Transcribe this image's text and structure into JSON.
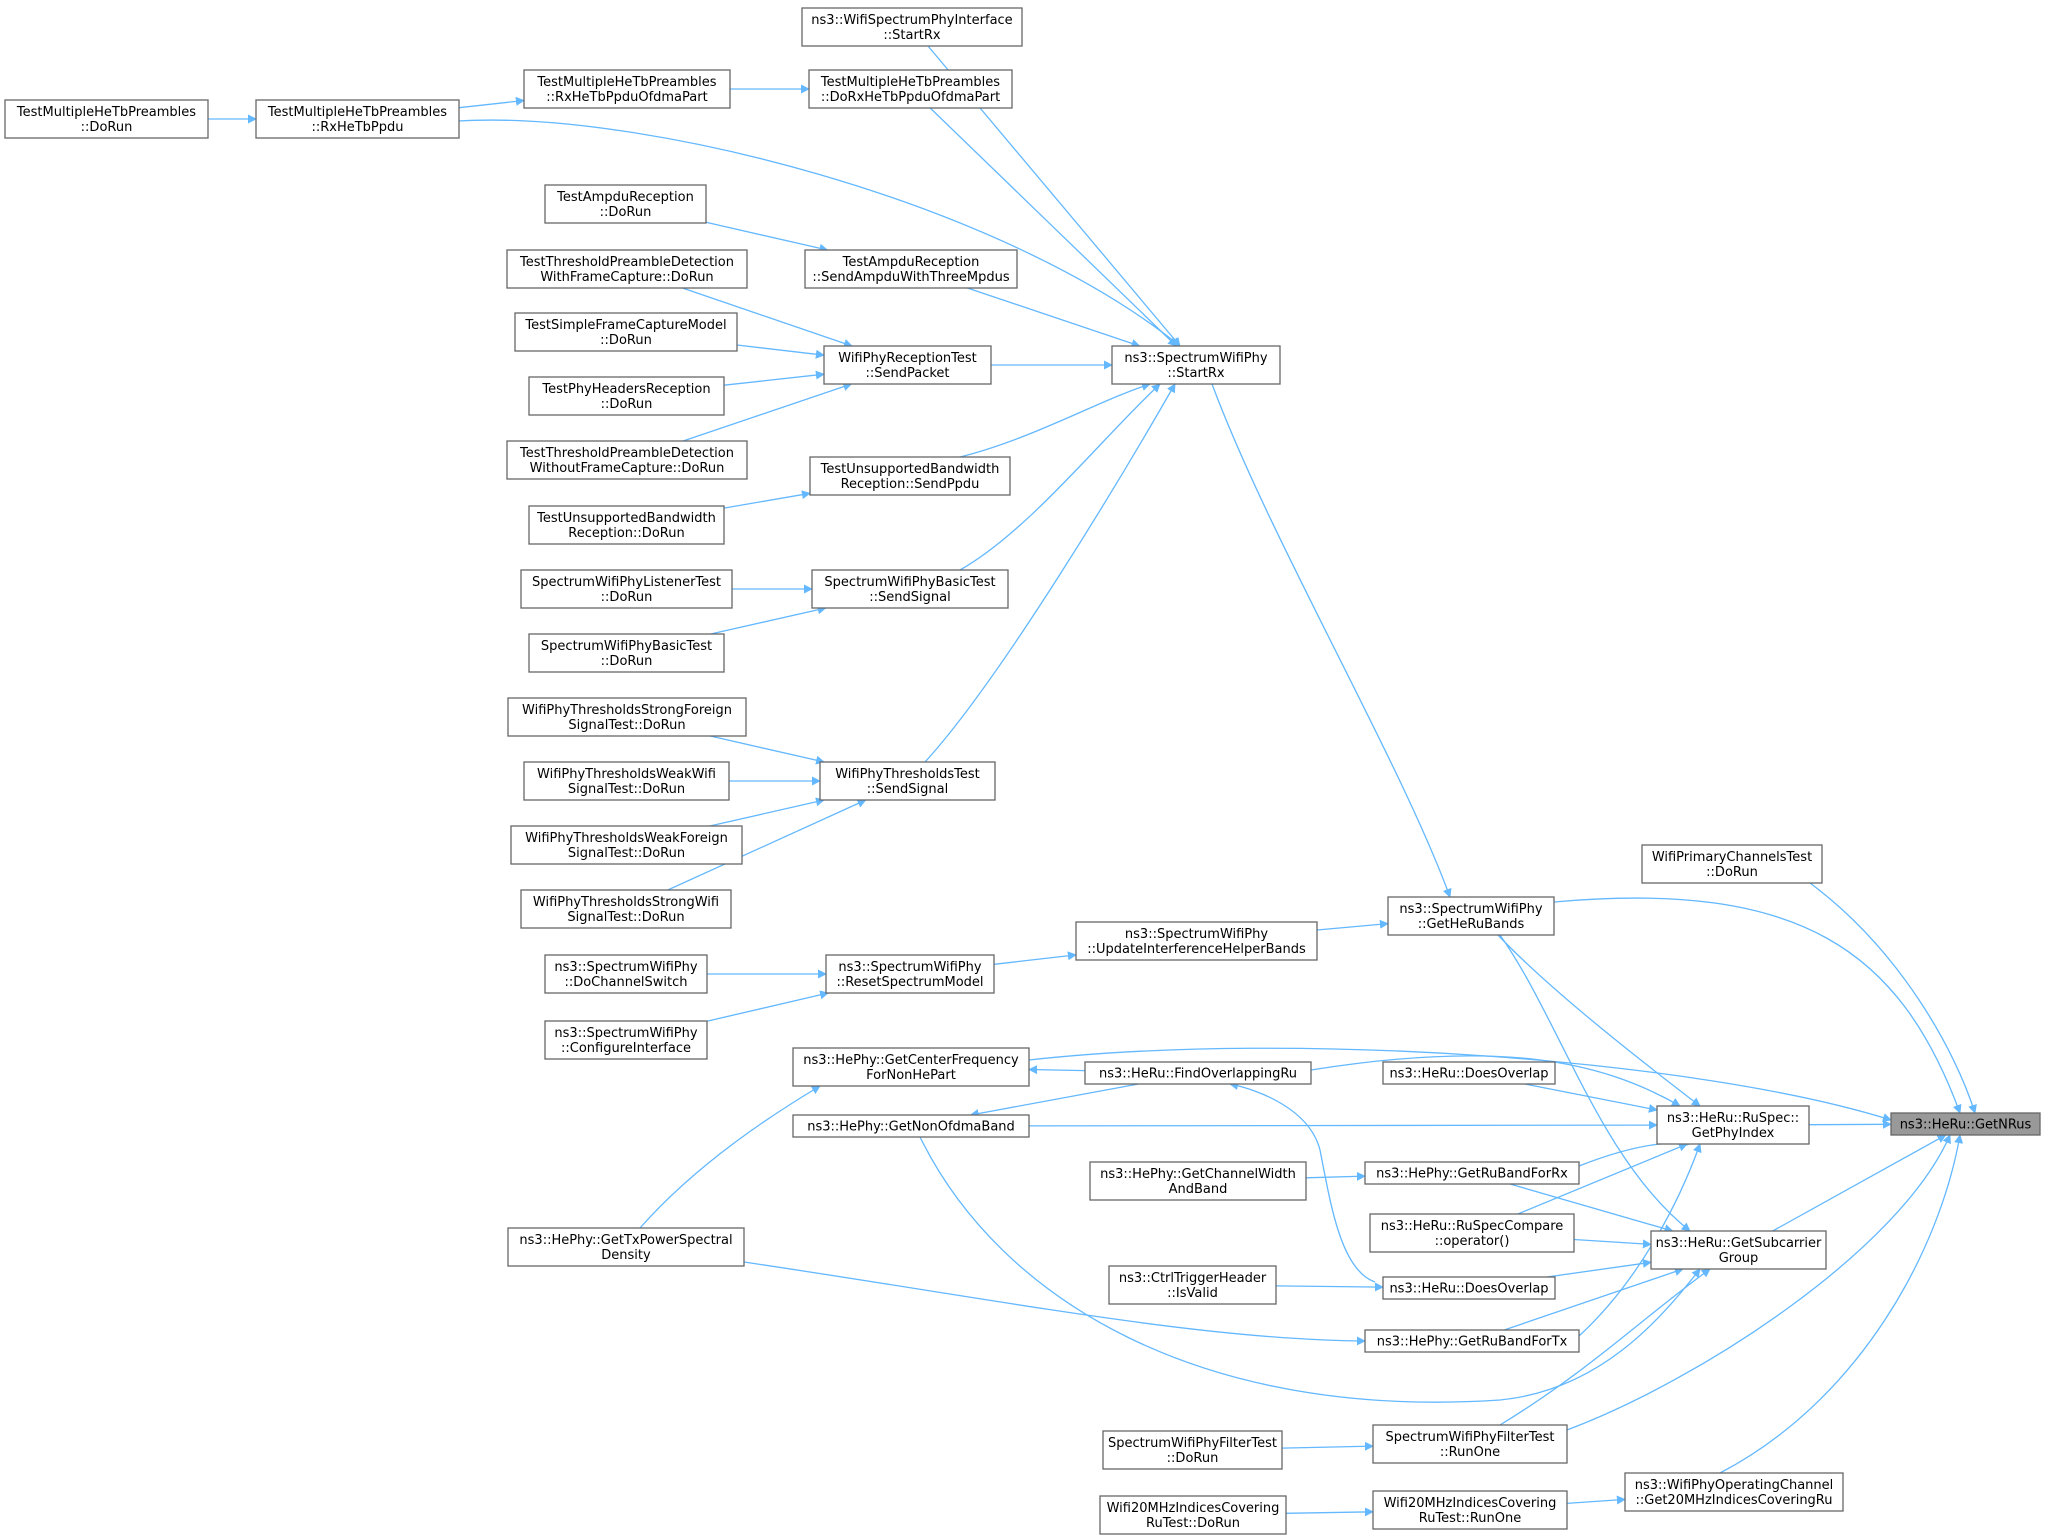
{
  "colors": {
    "edge": "#63b8ff",
    "node_border": "#666666",
    "focus_fill": "#999999",
    "background": "#ffffff"
  },
  "nodes": [
    {
      "id": "n1",
      "lines": [
        "ns3::WifiSpectrumPhyInterface",
        "::StartRx"
      ]
    },
    {
      "id": "n2",
      "lines": [
        "TestMultipleHeTbPreambles",
        "::RxHeTbPpduOfdmaPart"
      ]
    },
    {
      "id": "n3",
      "lines": [
        "TestMultipleHeTbPreambles",
        "::DoRxHeTbPpduOfdmaPart"
      ]
    },
    {
      "id": "n4",
      "lines": [
        "TestMultipleHeTbPreambles",
        "::DoRun"
      ]
    },
    {
      "id": "n5",
      "lines": [
        "TestMultipleHeTbPreambles",
        "::RxHeTbPpdu"
      ]
    },
    {
      "id": "n6",
      "lines": [
        "TestAmpduReception",
        "::DoRun"
      ]
    },
    {
      "id": "n7",
      "lines": [
        "TestThresholdPreambleDetection",
        "WithFrameCapture::DoRun"
      ]
    },
    {
      "id": "n8",
      "lines": [
        "TestAmpduReception",
        "::SendAmpduWithThreeMpdus"
      ]
    },
    {
      "id": "n9",
      "lines": [
        "TestSimpleFrameCaptureModel",
        "::DoRun"
      ]
    },
    {
      "id": "n10",
      "lines": [
        "WifiPhyReceptionTest",
        "::SendPacket"
      ]
    },
    {
      "id": "n11",
      "lines": [
        "ns3::SpectrumWifiPhy",
        "::StartRx"
      ]
    },
    {
      "id": "n12",
      "lines": [
        "TestPhyHeadersReception",
        "::DoRun"
      ]
    },
    {
      "id": "n13",
      "lines": [
        "TestThresholdPreambleDetection",
        "WithoutFrameCapture::DoRun"
      ]
    },
    {
      "id": "n14",
      "lines": [
        "TestUnsupportedBandwidth",
        "Reception::SendPpdu"
      ]
    },
    {
      "id": "n15",
      "lines": [
        "TestUnsupportedBandwidth",
        "Reception::DoRun"
      ]
    },
    {
      "id": "n16",
      "lines": [
        "SpectrumWifiPhyListenerTest",
        "::DoRun"
      ]
    },
    {
      "id": "n17",
      "lines": [
        "SpectrumWifiPhyBasicTest",
        "::SendSignal"
      ]
    },
    {
      "id": "n18",
      "lines": [
        "SpectrumWifiPhyBasicTest",
        "::DoRun"
      ]
    },
    {
      "id": "n19",
      "lines": [
        "WifiPhyThresholdsStrongForeign",
        "SignalTest::DoRun"
      ]
    },
    {
      "id": "n20",
      "lines": [
        "WifiPhyThresholdsWeakWifi",
        "SignalTest::DoRun"
      ]
    },
    {
      "id": "n21",
      "lines": [
        "WifiPhyThresholdsTest",
        "::SendSignal"
      ]
    },
    {
      "id": "n22",
      "lines": [
        "WifiPhyThresholdsWeakForeign",
        "SignalTest::DoRun"
      ]
    },
    {
      "id": "n23",
      "lines": [
        "WifiPhyThresholdsStrongWifi",
        "SignalTest::DoRun"
      ]
    },
    {
      "id": "n24",
      "lines": [
        "WifiPrimaryChannelsTest",
        "::DoRun"
      ]
    },
    {
      "id": "n25",
      "lines": [
        "ns3::SpectrumWifiPhy",
        "::GetHeRuBands"
      ]
    },
    {
      "id": "n26",
      "lines": [
        "ns3::SpectrumWifiPhy",
        "::UpdateInterferenceHelperBands"
      ]
    },
    {
      "id": "n27",
      "lines": [
        "ns3::SpectrumWifiPhy",
        "::DoChannelSwitch"
      ]
    },
    {
      "id": "n28",
      "lines": [
        "ns3::SpectrumWifiPhy",
        "::ResetSpectrumModel"
      ]
    },
    {
      "id": "n29",
      "lines": [
        "ns3::SpectrumWifiPhy",
        "::ConfigureInterface"
      ]
    },
    {
      "id": "n30",
      "lines": [
        "ns3::HePhy::GetCenterFrequency",
        "ForNonHePart"
      ]
    },
    {
      "id": "n31",
      "lines": [
        "ns3::HeRu::FindOverlappingRu"
      ]
    },
    {
      "id": "n32",
      "lines": [
        "ns3::HeRu::DoesOverlap"
      ]
    },
    {
      "id": "n33",
      "lines": [
        "ns3::HeRu::RuSpec::",
        "GetPhyIndex"
      ]
    },
    {
      "id": "n34",
      "lines": [
        "ns3::HeRu::GetNRus"
      ]
    },
    {
      "id": "n35",
      "lines": [
        "ns3::HePhy::GetNonOfdmaBand"
      ]
    },
    {
      "id": "n36",
      "lines": [
        "ns3::HePhy::GetChannelWidth",
        "AndBand"
      ]
    },
    {
      "id": "n37",
      "lines": [
        "ns3::HePhy::GetRuBandForRx"
      ]
    },
    {
      "id": "n38",
      "lines": [
        "ns3::HeRu::RuSpecCompare",
        "::operator()"
      ]
    },
    {
      "id": "n39",
      "lines": [
        "ns3::HeRu::GetSubcarrier",
        "Group"
      ]
    },
    {
      "id": "n40",
      "lines": [
        "ns3::HePhy::GetTxPowerSpectral",
        "Density"
      ]
    },
    {
      "id": "n41",
      "lines": [
        "ns3::CtrlTriggerHeader",
        "::IsValid"
      ]
    },
    {
      "id": "n42",
      "lines": [
        "ns3::HeRu::DoesOverlap"
      ]
    },
    {
      "id": "n43",
      "lines": [
        "ns3::HePhy::GetRuBandForTx"
      ]
    },
    {
      "id": "n44",
      "lines": [
        "SpectrumWifiPhyFilterTest",
        "::DoRun"
      ]
    },
    {
      "id": "n45",
      "lines": [
        "SpectrumWifiPhyFilterTest",
        "::RunOne"
      ]
    },
    {
      "id": "n46",
      "lines": [
        "Wifi20MHzIndicesCovering",
        "RuTest::DoRun"
      ]
    },
    {
      "id": "n47",
      "lines": [
        "Wifi20MHzIndicesCovering",
        "RuTest::RunOne"
      ]
    },
    {
      "id": "n48",
      "lines": [
        "ns3::WifiPhyOperatingChannel",
        "::Get20MHzIndicesCoveringRu"
      ]
    }
  ],
  "edges": [
    [
      "n1",
      "n11"
    ],
    [
      "n3",
      "n11"
    ],
    [
      "n5",
      "n11"
    ],
    [
      "n8",
      "n11"
    ],
    [
      "n10",
      "n11"
    ],
    [
      "n14",
      "n11"
    ],
    [
      "n17",
      "n11"
    ],
    [
      "n21",
      "n11"
    ],
    [
      "n2",
      "n3"
    ],
    [
      "n5",
      "n2"
    ],
    [
      "n4",
      "n5"
    ],
    [
      "n6",
      "n8"
    ],
    [
      "n7",
      "n10"
    ],
    [
      "n9",
      "n10"
    ],
    [
      "n12",
      "n10"
    ],
    [
      "n13",
      "n10"
    ],
    [
      "n15",
      "n14"
    ],
    [
      "n16",
      "n17"
    ],
    [
      "n18",
      "n17"
    ],
    [
      "n19",
      "n21"
    ],
    [
      "n20",
      "n21"
    ],
    [
      "n22",
      "n21"
    ],
    [
      "n23",
      "n21"
    ],
    [
      "n11",
      "n25"
    ],
    [
      "n26",
      "n25"
    ],
    [
      "n28",
      "n26"
    ],
    [
      "n27",
      "n28"
    ],
    [
      "n29",
      "n28"
    ],
    [
      "n24",
      "n34"
    ],
    [
      "n25",
      "n34"
    ],
    [
      "n33",
      "n34"
    ],
    [
      "n39",
      "n34"
    ],
    [
      "n30",
      "n34"
    ],
    [
      "n45",
      "n34"
    ],
    [
      "n48",
      "n34"
    ],
    [
      "n25",
      "n33"
    ],
    [
      "n31",
      "n33"
    ],
    [
      "n32",
      "n33"
    ],
    [
      "n35",
      "n33"
    ],
    [
      "n37",
      "n33"
    ],
    [
      "n43",
      "n33"
    ],
    [
      "n38",
      "n33"
    ],
    [
      "n25",
      "n39"
    ],
    [
      "n37",
      "n39"
    ],
    [
      "n38",
      "n39"
    ],
    [
      "n42",
      "n39"
    ],
    [
      "n43",
      "n39"
    ],
    [
      "n35",
      "n39"
    ],
    [
      "n45",
      "n39"
    ],
    [
      "n31",
      "n30"
    ],
    [
      "n31",
      "n35"
    ],
    [
      "n42",
      "n31"
    ],
    [
      "n40",
      "n30"
    ],
    [
      "n40",
      "n43"
    ],
    [
      "n36",
      "n37"
    ],
    [
      "n41",
      "n42"
    ],
    [
      "n44",
      "n45"
    ],
    [
      "n46",
      "n47"
    ],
    [
      "n47",
      "n48"
    ]
  ],
  "focus_node": "n34"
}
